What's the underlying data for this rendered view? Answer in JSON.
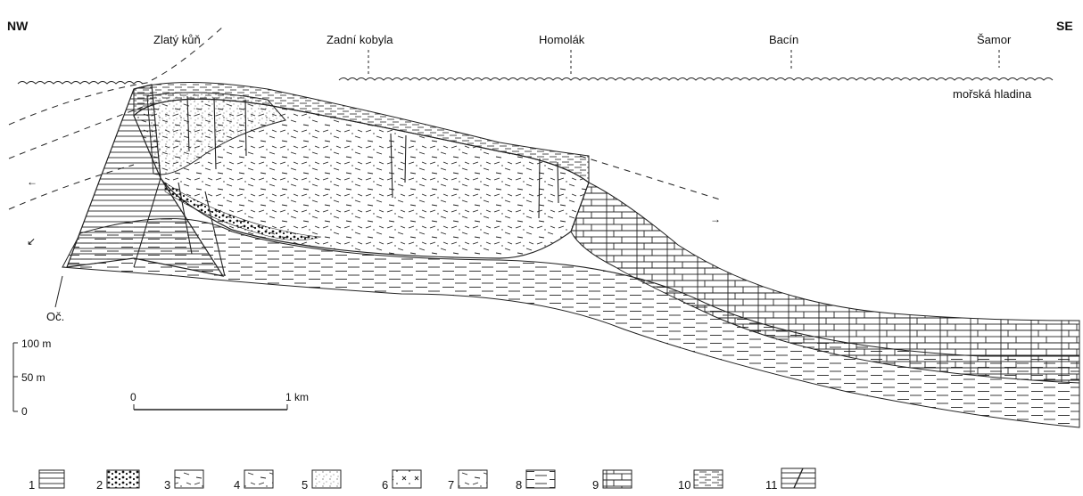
{
  "directions": {
    "left": "NW",
    "right": "SE"
  },
  "peaks": [
    {
      "name": "Zlatý kůň"
    },
    {
      "name": "Zadní kobyla"
    },
    {
      "name": "Homolák"
    },
    {
      "name": "Bacín"
    },
    {
      "name": "Šamor"
    }
  ],
  "sea_level_label": "mořská hladina",
  "fault_label": "Oč.",
  "vertical_scale": {
    "top": "100 m",
    "mid": "50 m",
    "bottom": "0"
  },
  "horizontal_scale": {
    "start": "0",
    "end": "1 km"
  },
  "legend": [
    {
      "number": "1",
      "pattern": "horizontal-lines"
    },
    {
      "number": "2",
      "pattern": "dark-band"
    },
    {
      "number": "3",
      "pattern": "scattered-dashes"
    },
    {
      "number": "4",
      "pattern": "dotted-dashes"
    },
    {
      "number": "5",
      "pattern": "stippled"
    },
    {
      "number": "6",
      "pattern": "crosses"
    },
    {
      "number": "7",
      "pattern": "oblique-dashes"
    },
    {
      "number": "8",
      "pattern": "reef-bands"
    },
    {
      "number": "9",
      "pattern": "brick-limestone"
    },
    {
      "number": "10",
      "pattern": "dense-dashes"
    },
    {
      "number": "11",
      "pattern": "fault-block"
    }
  ]
}
